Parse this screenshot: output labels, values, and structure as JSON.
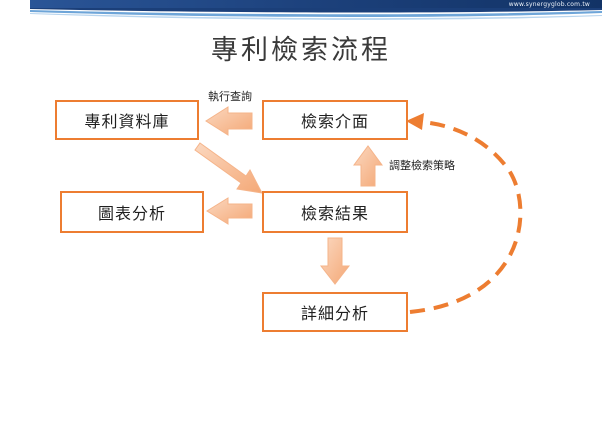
{
  "banner": {
    "url_text": "www.synergyglob.com.tw"
  },
  "title": "專利檢索流程",
  "nodes": {
    "patent_db": "專利資料庫",
    "search_ui": "檢索介面",
    "chart_analysis": "圖表分析",
    "search_results": "檢索結果",
    "detailed_analysis": "詳細分析"
  },
  "labels": {
    "execute_query": "執行查詢",
    "adjust_strategy": "調整檢索策略"
  },
  "colors": {
    "accent": "#ed7d31",
    "arrow_fill": "#f9c7a5",
    "banner_dark": "#1b3f79",
    "banner_light": "#6ea5d8"
  }
}
